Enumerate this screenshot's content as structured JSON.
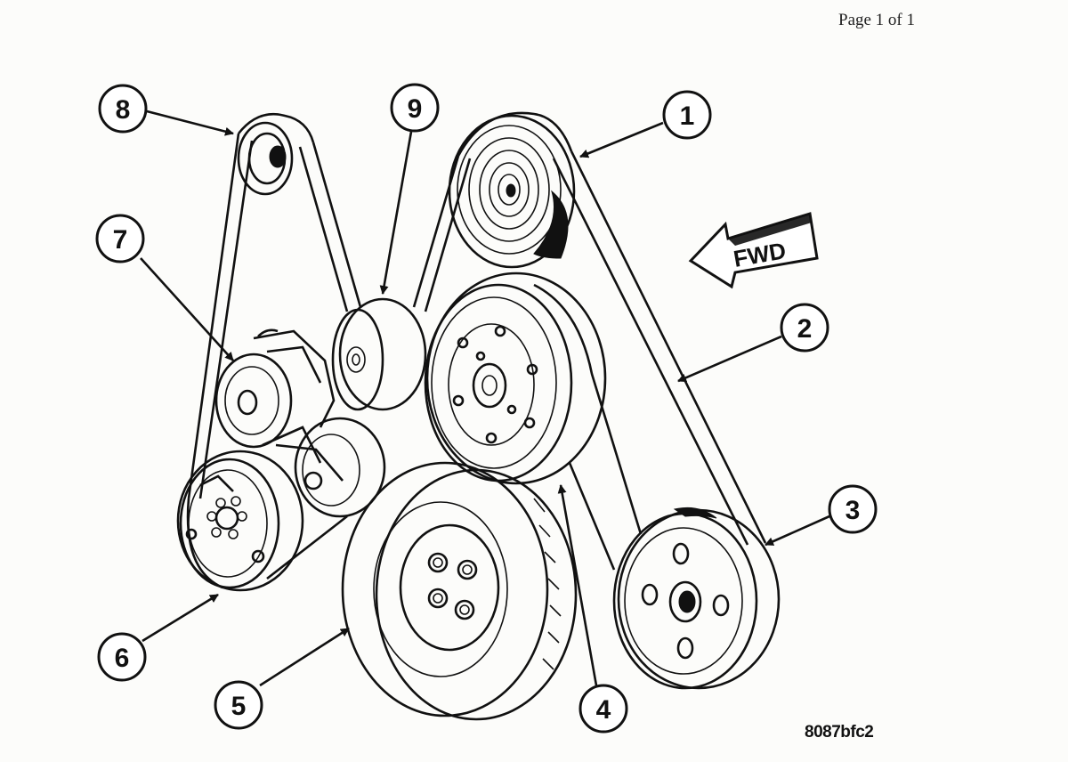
{
  "header": {
    "page_label": "Page 1 of 1"
  },
  "figure": {
    "code": "8087bfc2"
  },
  "direction": {
    "label": "FWD"
  },
  "callouts": [
    {
      "id": "1",
      "label": "1"
    },
    {
      "id": "2",
      "label": "2"
    },
    {
      "id": "3",
      "label": "3"
    },
    {
      "id": "4",
      "label": "4"
    },
    {
      "id": "5",
      "label": "5"
    },
    {
      "id": "6",
      "label": "6"
    },
    {
      "id": "7",
      "label": "7"
    },
    {
      "id": "8",
      "label": "8"
    },
    {
      "id": "9",
      "label": "9"
    }
  ]
}
